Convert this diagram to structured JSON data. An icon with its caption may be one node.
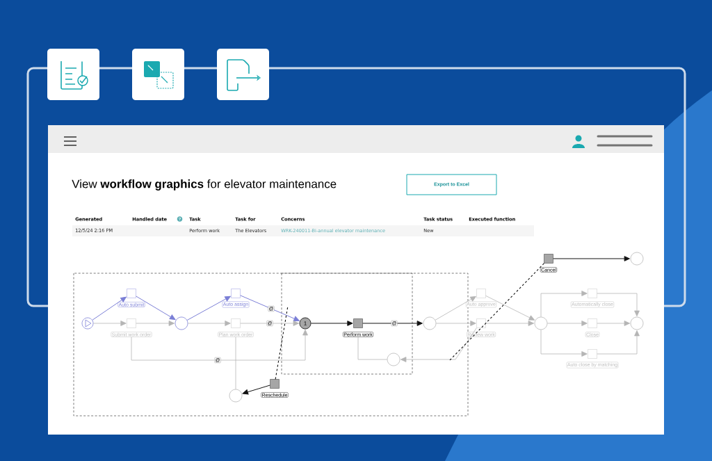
{
  "diagram": {
    "nodes": [
      {
        "text": [],
        "shape": "circle"
      },
      {
        "text": [
          "Auto submit"
        ]
      },
      {
        "text": [
          "Submit work order"
        ]
      },
      {
        "text": [],
        "shape": "circle"
      },
      {
        "text": [
          "Auto assign"
        ]
      },
      {
        "text": [
          "Plan work order"
        ]
      },
      {
        "text": [
          "1"
        ]
      },
      {
        "text": [
          "Perform work"
        ]
      },
      {
        "text": [],
        "shape": "circle"
      },
      {
        "text": [
          "Auto approve"
        ]
      },
      {
        "text": [
          "Review work"
        ]
      },
      {
        "text": [],
        "shape": "circle"
      },
      {
        "text": [
          "Automatically close"
        ]
      },
      {
        "text": [
          "Close"
        ]
      },
      {
        "text": [
          "Auto close by matching"
        ]
      },
      {
        "text": [],
        "shape": "circle"
      },
      {
        "text": [
          "Cancel"
        ]
      },
      {
        "text": [],
        "shape": "circle"
      },
      {
        "text": [],
        "shape": "circle"
      },
      {
        "text": [
          "Reschedule"
        ]
      },
      {
        "text": [],
        "shape": "circle"
      }
    ],
    "edges": [
      {
        "from": 0,
        "to": 1,
        "arrow": "to",
        "color": "#7b7fd6"
      },
      {
        "from": 0,
        "to": 2,
        "arrow": "to"
      },
      {
        "from": 1,
        "to": 3,
        "arrow": "to",
        "color": "#7b7fd6"
      },
      {
        "from": 2,
        "to": 3,
        "arrow": "to"
      },
      {
        "from": 3,
        "to": 4,
        "arrow": "to",
        "color": "#7b7fd6"
      },
      {
        "from": 3,
        "to": 5,
        "arrow": "to"
      },
      {
        "from": 4,
        "to": 6,
        "arrow": "to",
        "label": "@",
        "color": "#7b7fd6"
      },
      {
        "from": 5,
        "to": 6,
        "arrow": "to",
        "label": "@"
      },
      {
        "from": 2,
        "to": 6,
        "arrow": "to",
        "label": "@"
      },
      {
        "from": 5,
        "to": 20,
        "arrow": "none"
      },
      {
        "from": 19,
        "to": 20,
        "arrow": "to",
        "color": "#111111"
      },
      {
        "from": 6,
        "to": 7,
        "arrow": "to",
        "color": "#111111"
      },
      {
        "from": 7,
        "to": 8,
        "arrow": "to",
        "label": "@",
        "color": "#111111"
      },
      {
        "from": 8,
        "to": 9,
        "arrow": "to"
      },
      {
        "from": 8,
        "to": 10,
        "arrow": "to"
      },
      {
        "from": 9,
        "to": 11,
        "arrow": "to"
      },
      {
        "from": 10,
        "to": 11,
        "arrow": "to"
      },
      {
        "from": 11,
        "to": 12,
        "arrow": "to"
      },
      {
        "from": 11,
        "to": 13,
        "arrow": "to"
      },
      {
        "from": 11,
        "to": 14,
        "arrow": "to"
      },
      {
        "from": 12,
        "to": 15,
        "arrow": "to"
      },
      {
        "from": 13,
        "to": 15,
        "arrow": "to"
      },
      {
        "from": 14,
        "to": 15,
        "arrow": "to"
      },
      {
        "from": 10,
        "to": 18,
        "arrow": "to"
      },
      {
        "from": 18,
        "to": 7,
        "arrow": "none"
      },
      {
        "from": 16,
        "to": 17,
        "arrow": "to",
        "color": "#111111"
      },
      {
        "from": 19,
        "to": null,
        "arrow": "none",
        "style": "dashed",
        "color": "#111111"
      },
      {
        "from": 16,
        "to": null,
        "arrow": "none",
        "style": "dashed",
        "color": "#111111"
      }
    ],
    "labels": [
      "View **workflow graphics** for elevator maintenance",
      "Export to Excel",
      "Generated",
      "Handled date",
      "Task",
      "Task for",
      "Concerns",
      "Task status",
      "Executed function",
      "12/5/24 2:16 PM",
      "Perform work",
      "The Elevators",
      "WRK-240011-Bi-annual elevator maintenance",
      "New",
      "?"
    ]
  }
}
